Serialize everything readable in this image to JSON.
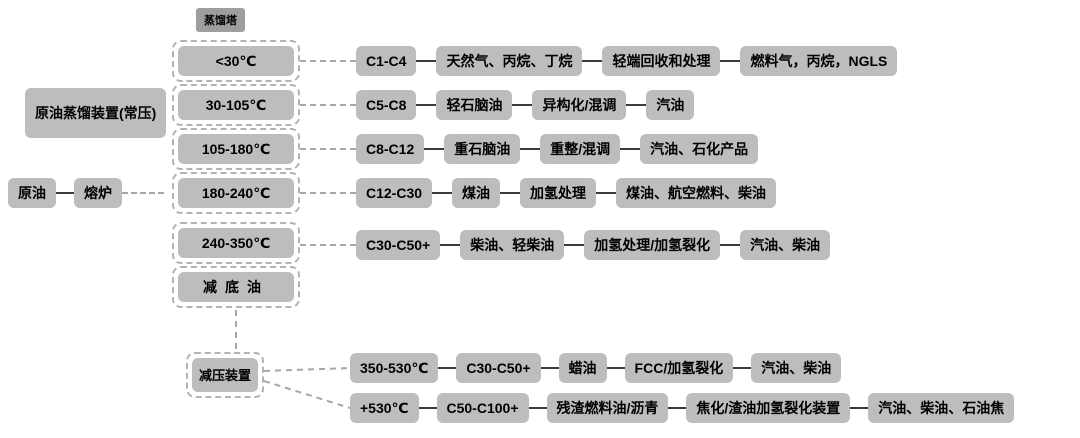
{
  "diagram": {
    "tower_tag": "蒸馏塔",
    "unit_label": "原油蒸馏装置(常压)",
    "crude_label": "原油",
    "furnace_label": "熔炉",
    "bottom_oil_label": "减底油",
    "vacuum_unit_label": "减压装置",
    "rows": [
      {
        "temp": "<30℃",
        "carbon": "C1-C4",
        "product": "天然气、丙烷、丁烷",
        "process": "轻端回收和处理",
        "output": "燃料气，丙烷，NGLS"
      },
      {
        "temp": "30-105℃",
        "carbon": "C5-C8",
        "product": "轻石脑油",
        "process": "异构化/混调",
        "output": "汽油"
      },
      {
        "temp": "105-180℃",
        "carbon": "C8-C12",
        "product": "重石脑油",
        "process": "重整/混调",
        "output": "汽油、石化产品"
      },
      {
        "temp": "180-240℃",
        "carbon": "C12-C30",
        "product": "煤油",
        "process": "加氢处理",
        "output": "煤油、航空燃料、柴油"
      },
      {
        "temp": "240-350℃",
        "carbon": "C30-C50+",
        "product": "柴油、轻柴油",
        "process": "加氢处理/加氢裂化",
        "output": "汽油、柴油"
      }
    ],
    "vacuum_rows": [
      {
        "temp": "350-530℃",
        "carbon": "C30-C50+",
        "product": "蜡油",
        "process": "FCC/加氢裂化",
        "output": "汽油、柴油"
      },
      {
        "temp": "+530℃",
        "carbon": "C50-C100+",
        "product": "残渣燃料油/沥青",
        "process": "焦化/渣油加氢裂化装置",
        "output": "汽油、柴油、石油焦"
      }
    ],
    "colors": {
      "box_bg": "#bdbdbd",
      "tag_bg": "#9e9e9e",
      "dashed_line": "#a6a6a6",
      "solid_line": "#3a3a3a"
    }
  }
}
